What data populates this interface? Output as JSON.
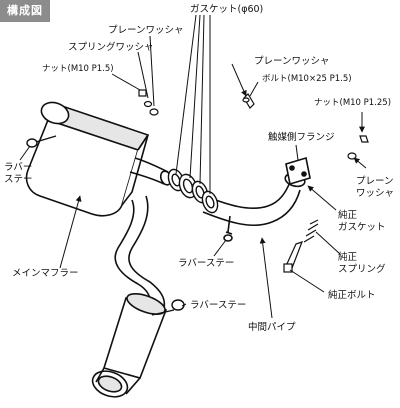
{
  "header": {
    "title": "構成図"
  },
  "labels": {
    "gasket_top": "ガスケット(φ60)",
    "plain_washer_top": "プレーンワッシャ",
    "spring_washer": "スプリングワッシャ",
    "nut_left": "ナット(M10 P1.5)",
    "plain_washer_right": "プレーンワッシャ",
    "bolt_top": "ボルト(M10×25 P1.5)",
    "nut_right": "ナット(M10 P1.25)",
    "catalyst_flange": "触媒側フランジ",
    "rubber_stay_left_1": "ラバー",
    "rubber_stay_left_2": "ステー",
    "plain_washer_side_1": "プレーン",
    "plain_washer_side_2": "ワッシャ",
    "oem_gasket_1": "純正",
    "oem_gasket_2": "ガスケット",
    "rubber_stay_mid": "ラバーステー",
    "main_muffler": "メインマフラー",
    "oem_spring_1": "純正",
    "oem_spring_2": "スプリング",
    "oem_bolt": "純正ボルト",
    "rubber_stay_low": "ラバーステー",
    "center_pipe": "中間パイプ"
  },
  "colors": {
    "badge": "#8c8c8c",
    "line": "#111111",
    "fill": "#ffffff",
    "shade": "#e6e6e6"
  }
}
